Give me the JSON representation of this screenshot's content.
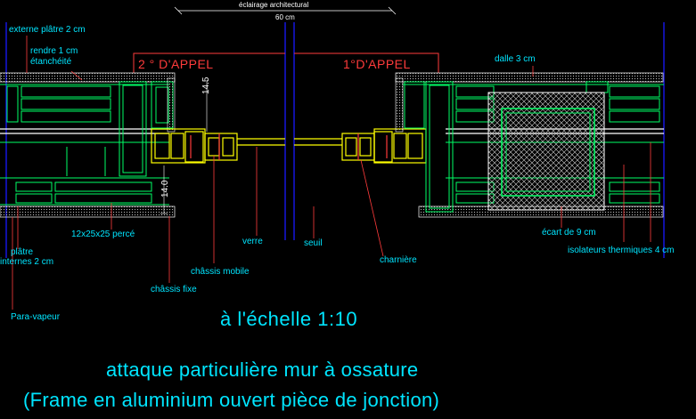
{
  "header": {
    "dimension_label": "éclairage architectural",
    "dimension_value": "60 cm"
  },
  "labels": {
    "externe_platre": "externe plâtre 2 cm",
    "rendre": "rendre 1 cm",
    "etancheite": "étanchéité",
    "appel_2": "2 ° D'APPEL",
    "appel_1": "1°D'APPEL",
    "dalle": "dalle 3 cm",
    "dim_14_5": "14.5",
    "dim_14_0": "14.0",
    "perce": "12x25x25 percé",
    "platre": "plâtre",
    "internes": "internes 2 cm",
    "verre": "verre",
    "seuil": "seuil",
    "chassis_mobile": "châssis mobile",
    "charniere": "charnière",
    "chassis_fixe": "châssis fixe",
    "ecart": "écart de 9 cm",
    "isolateurs": "isolateurs thermiques 4 cm",
    "para_vapeur": "Para-vapeur"
  },
  "scale_note": "à l'échelle 1:10",
  "title": {
    "line1": "attaque particulière mur à ossature",
    "line2": "(Frame en aluminium ouvert pièce de jonction)"
  },
  "colors": {
    "background": "#000000",
    "annotation": "#00e5ff",
    "frame": "#ffff00",
    "wall": "#00ff66",
    "axis": "#0000ff",
    "leader": "#ff3b3b"
  }
}
